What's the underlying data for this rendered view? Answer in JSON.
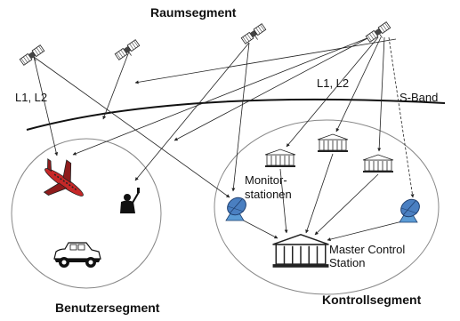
{
  "segments": {
    "space": "Raumsegment",
    "user": "Benutzersegment",
    "control": "Kontrollsegment"
  },
  "signals": {
    "left": "L1, L2",
    "right": "L1, L2",
    "s_band": "S-Band"
  },
  "stations": {
    "monitor_line1": "Monitor-",
    "monitor_line2": "stationen",
    "master_line1": "Master Control",
    "master_line2": "Station"
  },
  "icons": {
    "satellite": "satellite-icon",
    "aircraft": "aircraft-icon",
    "person": "person-with-receiver-icon",
    "car": "car-icon",
    "monitor_station": "building-icon",
    "antenna": "dish-antenna-icon",
    "master_station": "master-building-icon"
  }
}
